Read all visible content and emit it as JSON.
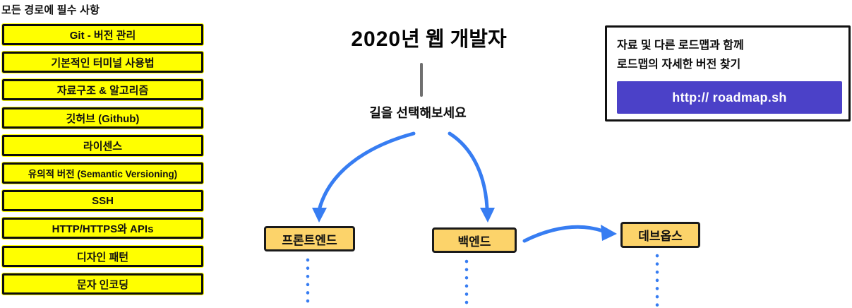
{
  "legend": {
    "heading": "모든 경로에 필수 사항",
    "items": [
      "Git - 버전 관리",
      "기본적인 터미널 사용법",
      "자료구조 & 알고리즘",
      "깃허브 (Github)",
      "라이센스",
      "유의적 버전 (Semantic Versioning)",
      "SSH",
      "HTTP/HTTPS와 APIs",
      "디자인 패턴",
      "문자 인코딩"
    ],
    "box_color": "#ffff00"
  },
  "header": {
    "title_year": "2020",
    "title_rest": "년 웹 개발자",
    "prompt": "길을 선택해보세요"
  },
  "info_box": {
    "line1": "자료 및 다른 로드맵과 함께",
    "line2": "로드맵의 자세한 버전 찾기",
    "button_label": "http:// roadmap.sh",
    "button_color": "#4b41c8"
  },
  "paths": {
    "frontend_label": "프론트엔드",
    "backend_label": "백엔드",
    "devops_label": "데브옵스",
    "box_color": "#fcd36a"
  },
  "colors": {
    "arrow": "#377df2",
    "stem": "#6f6f6f"
  }
}
